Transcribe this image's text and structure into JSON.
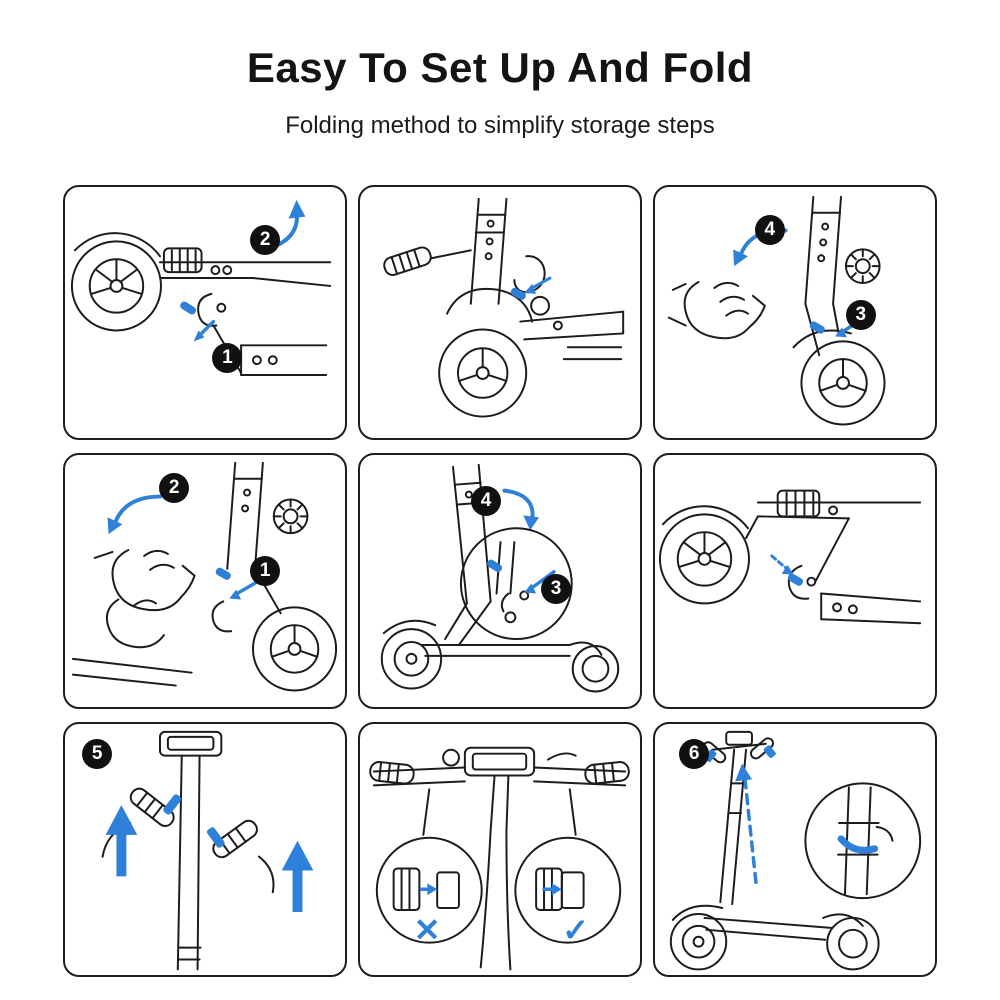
{
  "header": {
    "title": "Easy To Set Up And Fold",
    "subtitle": "Folding method to simplify storage steps"
  },
  "colors": {
    "accent_blue": "#2F80D8",
    "line_ink": "#1C1C1E",
    "badge_background": "#111111",
    "background": "#FFFFFF"
  },
  "panels": [
    {
      "illustration": "folded-stem-release-pin",
      "badges": [
        {
          "label": "2"
        },
        {
          "label": "1"
        }
      ]
    },
    {
      "illustration": "upright-stem-latch-hook",
      "badges": []
    },
    {
      "illustration": "hand-hold-stem-press-pin",
      "badges": [
        {
          "label": "4"
        },
        {
          "label": "3"
        }
      ]
    },
    {
      "illustration": "hands-press-release-pin",
      "badges": [
        {
          "label": "2"
        },
        {
          "label": "1"
        }
      ]
    },
    {
      "illustration": "fold-stem-down-latch-detail",
      "badges": [
        {
          "label": "4"
        },
        {
          "label": "3"
        }
      ]
    },
    {
      "illustration": "folded-scooter-lock-detail",
      "badges": []
    },
    {
      "illustration": "unfold-grips-upward",
      "badges": [
        {
          "label": "5"
        }
      ]
    },
    {
      "illustration": "handlebar-grip-fit-check",
      "badges": [],
      "marks": {
        "cross": "✕",
        "check": "✓"
      }
    },
    {
      "illustration": "raise-stem-clamp-lock",
      "badges": [
        {
          "label": "6"
        }
      ]
    }
  ]
}
